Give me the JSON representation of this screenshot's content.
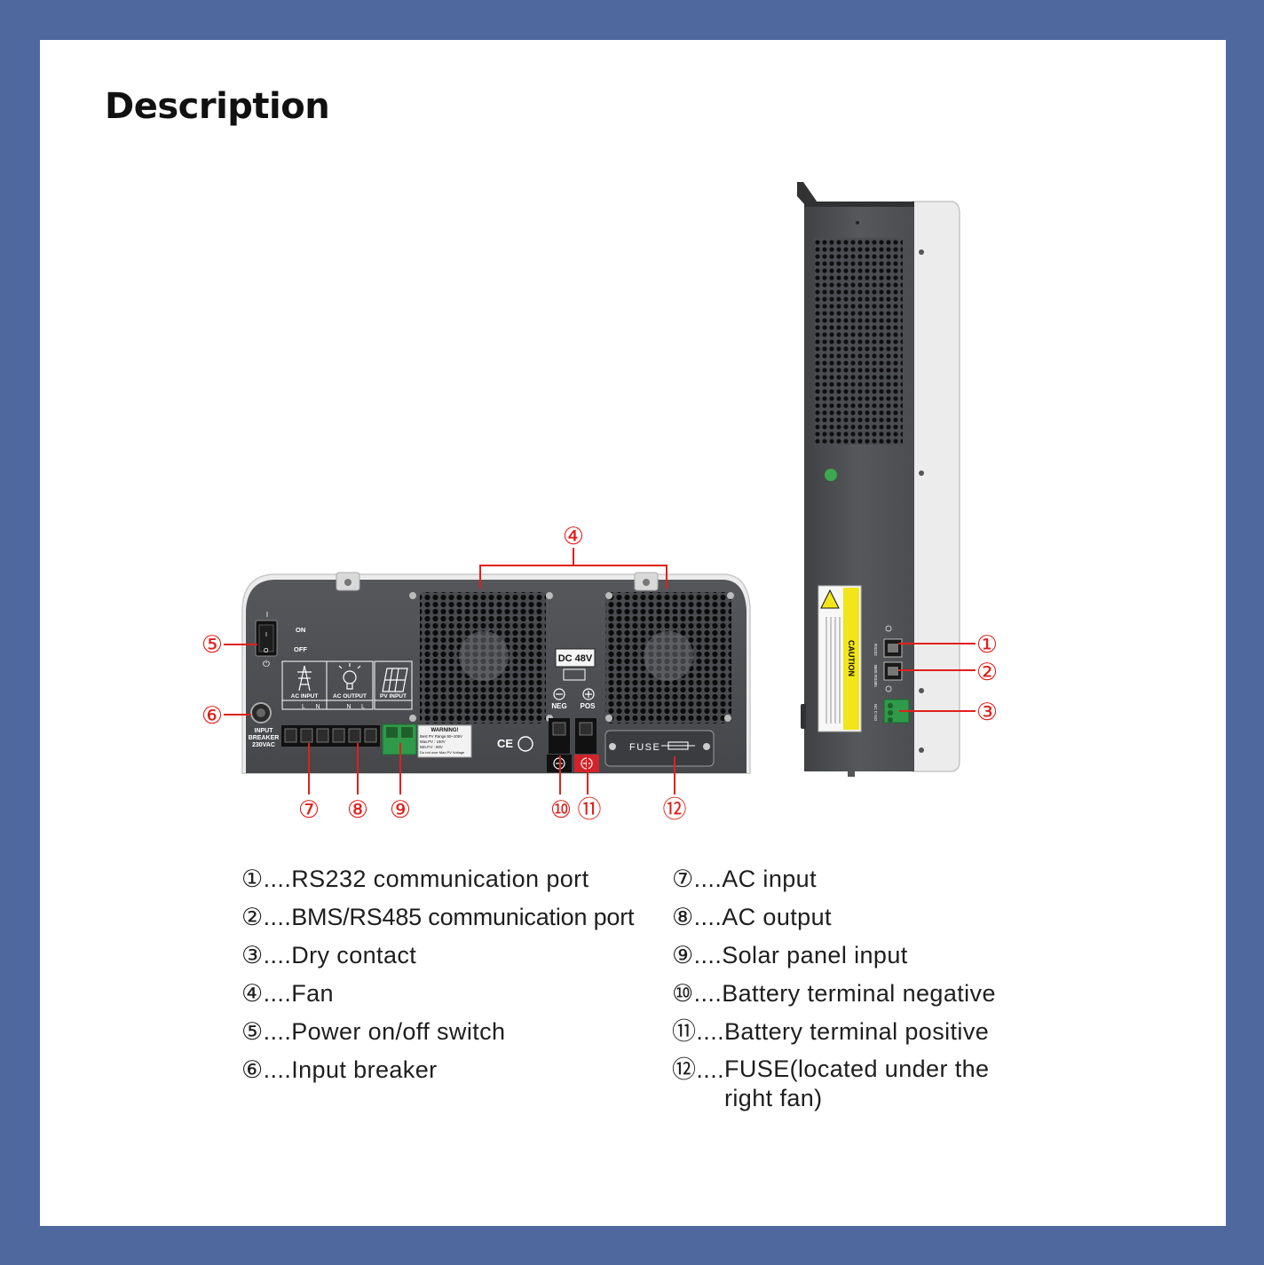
{
  "title": "Description",
  "callouts": [
    "①",
    "②",
    "③",
    "④",
    "⑤",
    "⑥",
    "⑦",
    "⑧",
    "⑨",
    "⑩",
    "⑪",
    "⑫"
  ],
  "front_labels": {
    "on": "ON",
    "off": "OFF",
    "switch_top": "I",
    "switch_bottom": "O",
    "input_breaker": [
      "INPUT",
      "BREAKER",
      "230VAC"
    ],
    "ac_input": "AC INPUT",
    "ac_output": "AC OUTPUT",
    "pv_input": "PV INPUT",
    "l": "L",
    "n": "N",
    "dc": "DC 48V",
    "neg": "NEG",
    "pos": "POS",
    "fuse": "FUSE",
    "ce": "CE",
    "warning_title": "WARNING!",
    "warning_lines": [
      "Best PV Range:60~105V",
      "Max.PV :  150V",
      "Min.P.V :  60V",
      "Do not over Max PV Voltage"
    ]
  },
  "side_labels": {
    "caution": "CAUTION",
    "rs232": "RS232",
    "bms": "BMS RS485",
    "dry": "NC C NO"
  },
  "legend": {
    "left": [
      {
        "num": "①",
        "dots": "....",
        "label": "RS232 communication port"
      },
      {
        "num": "②",
        "dots": "....",
        "label": "BMS/RS485 communication port"
      },
      {
        "num": "③",
        "dots": "....",
        "label": "Dry contact"
      },
      {
        "num": "④",
        "dots": "....",
        "label": "Fan"
      },
      {
        "num": "⑤",
        "dots": "....",
        "label": "Power on/off switch"
      },
      {
        "num": "⑥",
        "dots": "....",
        "label": "Input breaker"
      }
    ],
    "right": [
      {
        "num": "⑦",
        "dots": "....",
        "label": "AC input"
      },
      {
        "num": "⑧",
        "dots": "....",
        "label": "AC output"
      },
      {
        "num": "⑨",
        "dots": "....",
        "label": "Solar panel input"
      },
      {
        "num": "⑩",
        "dots": "....",
        "label": "Battery terminal negative"
      },
      {
        "num": "⑪",
        "dots": "....",
        "label": "Battery terminal positive"
      },
      {
        "num": "⑫",
        "dots": "....",
        "label": "FUSE(located under the right fan)"
      }
    ]
  },
  "colors": {
    "background": "#4f699f",
    "card": "#ffffff",
    "callout": "#e0201b",
    "device_dark": "#4d4f52",
    "device_light": "#eceded",
    "terminal_green": "#2f9a4a",
    "caution_yellow": "#f2e51a"
  }
}
